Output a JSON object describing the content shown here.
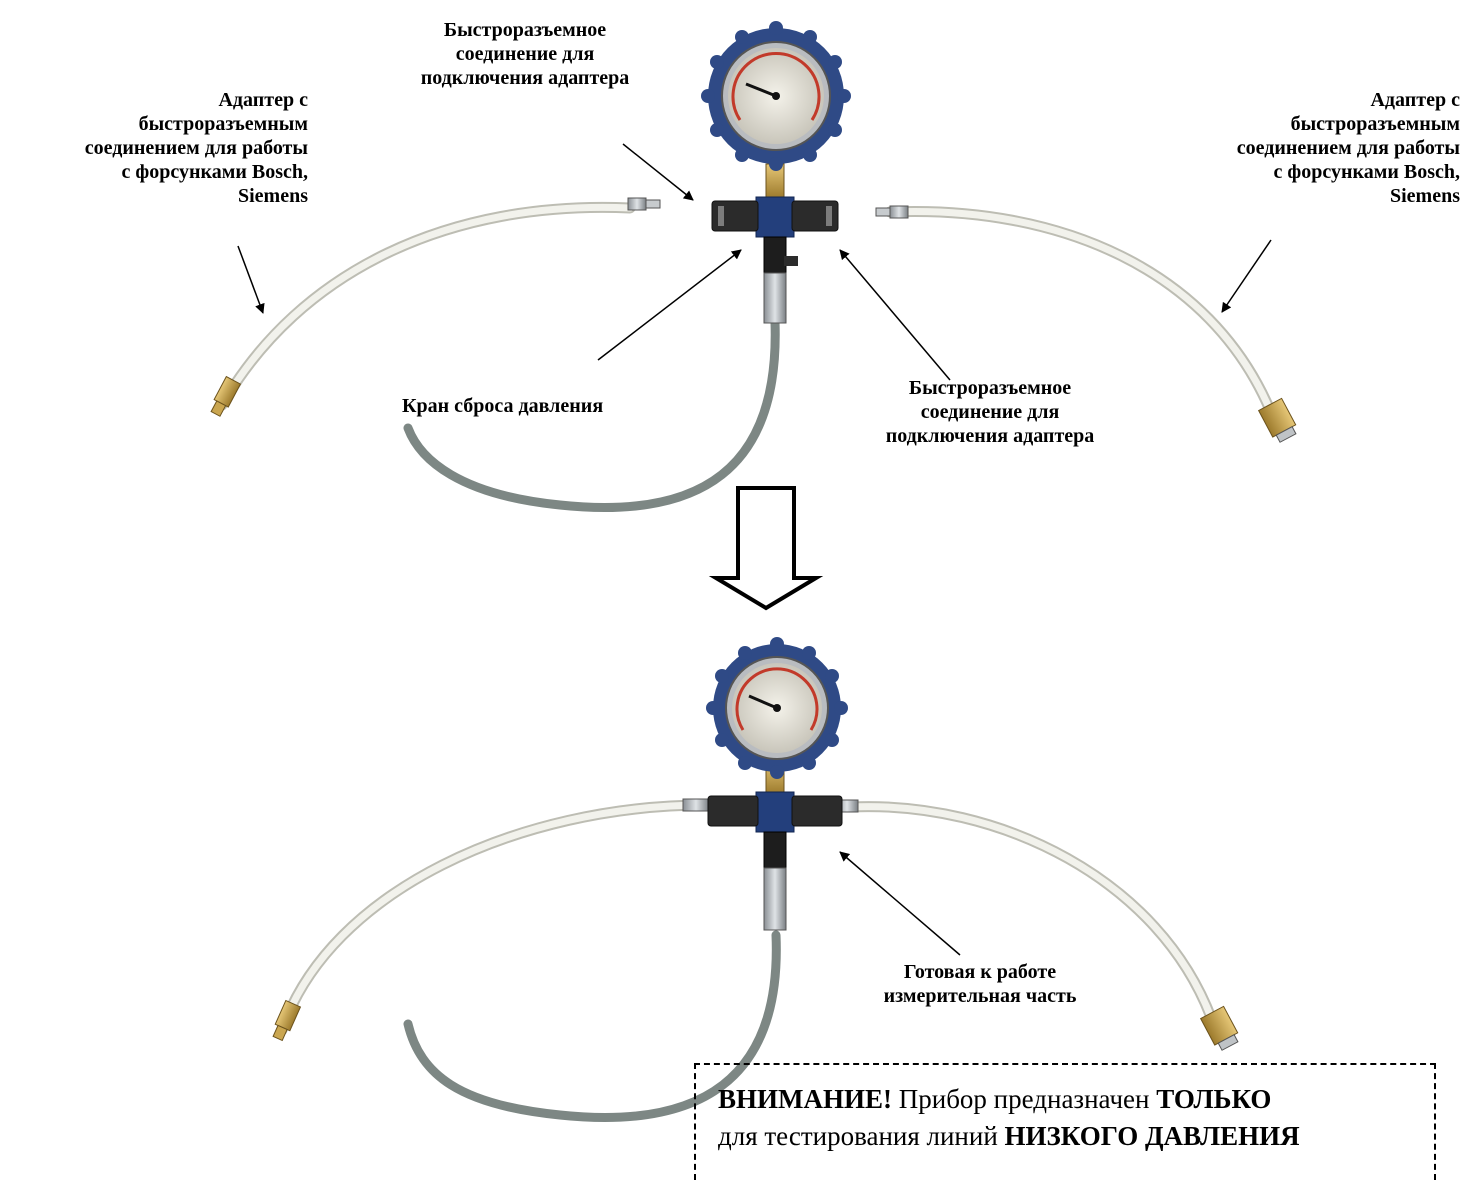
{
  "top": {
    "label_top_center": [
      "Быстроразъемное",
      "соединение для",
      "подключения адаптера"
    ],
    "label_left": [
      "Адаптер с",
      "быстроразъемным",
      "соединением для работы",
      "с форсунками Bosch,",
      "Siemens"
    ],
    "label_right": [
      "Адаптер с",
      "быстроразъемным",
      "соединением для работы",
      "с форсунками Bosch,",
      "Siemens"
    ],
    "label_valve": "Кран сброса давления",
    "label_bottom_right": [
      "Быстроразъемное",
      "соединение для",
      "подключения адаптера"
    ]
  },
  "bottom": {
    "label_ready": [
      "Готовая к работе",
      "измерительная часть"
    ]
  },
  "warning": {
    "line1_bold": "ВНИМАНИЕ!",
    "line1_text": " Прибор предназначен ",
    "line1_bold2": "ТОЛЬКО",
    "line2_text": "для тестирования линий ",
    "line2_bold": "НИЗКОГО ДАВЛЕНИЯ"
  },
  "colors": {
    "gauge_ring": "#2f4a86",
    "hose_white": "#e8e8e0",
    "hose_grey": "#7d8784",
    "brass": "#c8a24a"
  },
  "icons": [
    "pressure-gauge-icon",
    "down-arrow-icon"
  ]
}
